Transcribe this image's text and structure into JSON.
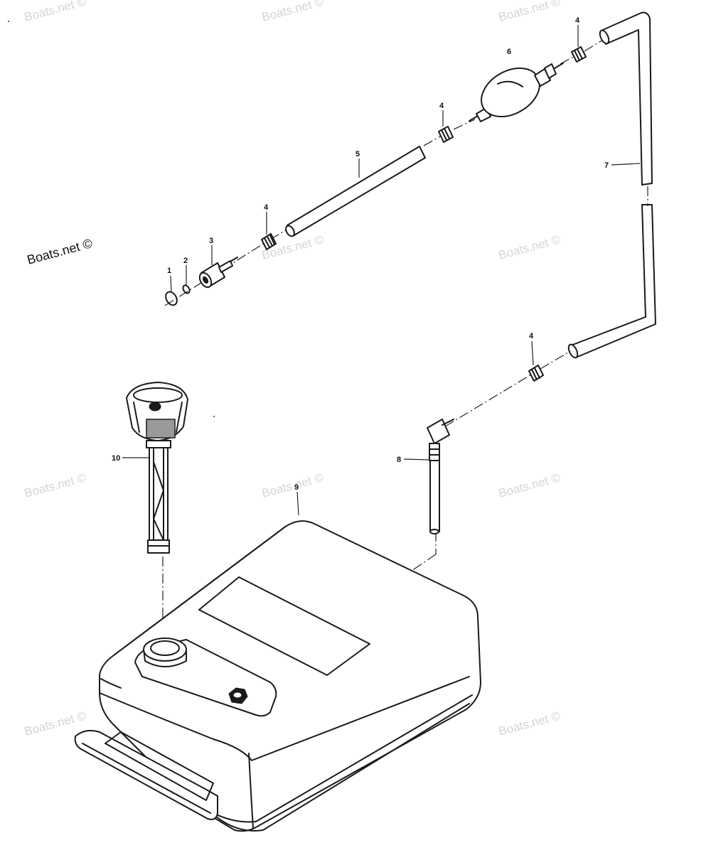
{
  "brand_label": "Boats.net ©",
  "watermark_text": "Boats.net ©",
  "callouts": {
    "c1": "1",
    "c2": "2",
    "c3": "3",
    "c4a": "4",
    "c4b": "4",
    "c4c": "4",
    "c4d": "4",
    "c5": "5",
    "c6": "6",
    "c7": "7",
    "c8": "8",
    "c9": "9",
    "c10": "10"
  },
  "colors": {
    "ink": "#1a1a1a",
    "watermark": "#d4d4d4",
    "background": "#ffffff"
  }
}
